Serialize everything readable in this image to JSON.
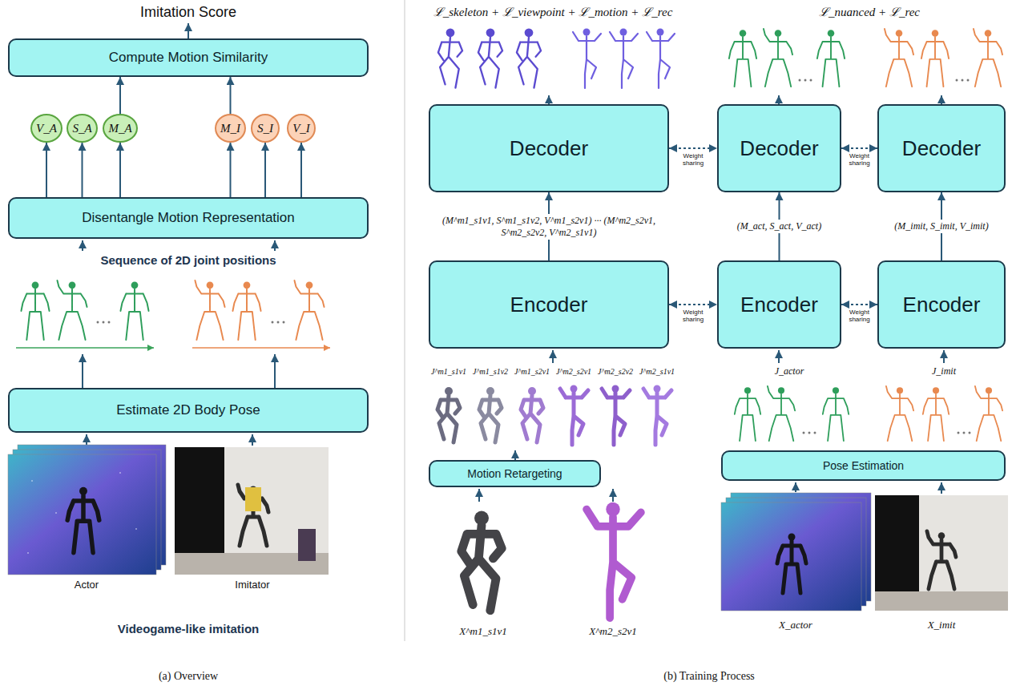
{
  "diagram": {
    "nodes": [
      {
        "text": [
          "Compute Motion Similarity"
        ]
      },
      {
        "text": [
          "V_A"
        ]
      },
      {
        "text": [
          "S_A"
        ]
      },
      {
        "text": [
          "M_A"
        ]
      },
      {
        "text": [
          "M_I"
        ]
      },
      {
        "text": [
          "S_I"
        ]
      },
      {
        "text": [
          "V_I"
        ]
      },
      {
        "text": [
          "Disentangle Motion Representation"
        ]
      },
      {
        "text": [
          "Estimate 2D Body Pose"
        ]
      },
      {
        "text": [
          "Decoder"
        ]
      },
      {
        "text": [
          "Decoder"
        ]
      },
      {
        "text": [
          "Decoder"
        ]
      },
      {
        "text": [
          "Encoder"
        ]
      },
      {
        "text": [
          "Encoder"
        ]
      },
      {
        "text": [
          "Encoder"
        ]
      },
      {
        "text": [
          "Motion Retargeting"
        ]
      },
      {
        "text": [
          "Pose Estimation"
        ]
      }
    ],
    "edges": [
      {
        "from": 7,
        "to": 1,
        "arrow": "to"
      },
      {
        "from": 7,
        "to": 2,
        "arrow": "to"
      },
      {
        "from": 7,
        "to": 3,
        "arrow": "to"
      },
      {
        "from": 7,
        "to": 4,
        "arrow": "to"
      },
      {
        "from": 7,
        "to": 5,
        "arrow": "to"
      },
      {
        "from": 7,
        "to": 6,
        "arrow": "to"
      },
      {
        "from": 3,
        "to": 0,
        "arrow": "to"
      },
      {
        "from": 4,
        "to": 0,
        "arrow": "to"
      },
      {
        "from": 12,
        "to": 9,
        "label": "(M^m1_s1v1, S^m1_s1v2, V^m1_s2v1) ··· (M^m2_s2v1, S^m2_s2v2, V^m2_s1v1)",
        "arrow": "to"
      },
      {
        "from": 13,
        "to": 10,
        "label": "(M_act, S_act, V_act)",
        "arrow": "to"
      },
      {
        "from": 14,
        "to": 11,
        "label": "(M_imit, S_imit, V_imit)",
        "arrow": "to"
      },
      {
        "from": 9,
        "to": 10,
        "label": "Weight sharing",
        "arrow": "both"
      },
      {
        "from": 10,
        "to": 11,
        "label": "Weight sharing",
        "arrow": "both"
      },
      {
        "from": 12,
        "to": 13,
        "label": "Weight sharing",
        "arrow": "both"
      },
      {
        "from": 13,
        "to": 14,
        "label": "Weight sharing",
        "arrow": "both"
      }
    ],
    "labels": [
      "Imitation Score",
      "Sequence of 2D joint positions",
      "Actor",
      "Imitator",
      "Videogame-like imitation",
      "(a) Overview",
      "(b) Training Process",
      "ℒ_skeleton + ℒ_viewpoint + ℒ_motion + ℒ_rec",
      "ℒ_nuanced + ℒ_rec",
      "J^m1_s1v1",
      "J^m1_s1v2",
      "J^m1_s2v1",
      "J^m2_s2v1",
      "J^m2_s2v2",
      "J^m2_s1v1",
      "J_actor",
      "J_imit",
      "X^m1_s1v1",
      "X^m2_s2v1",
      "X_actor",
      "X_imit"
    ]
  }
}
